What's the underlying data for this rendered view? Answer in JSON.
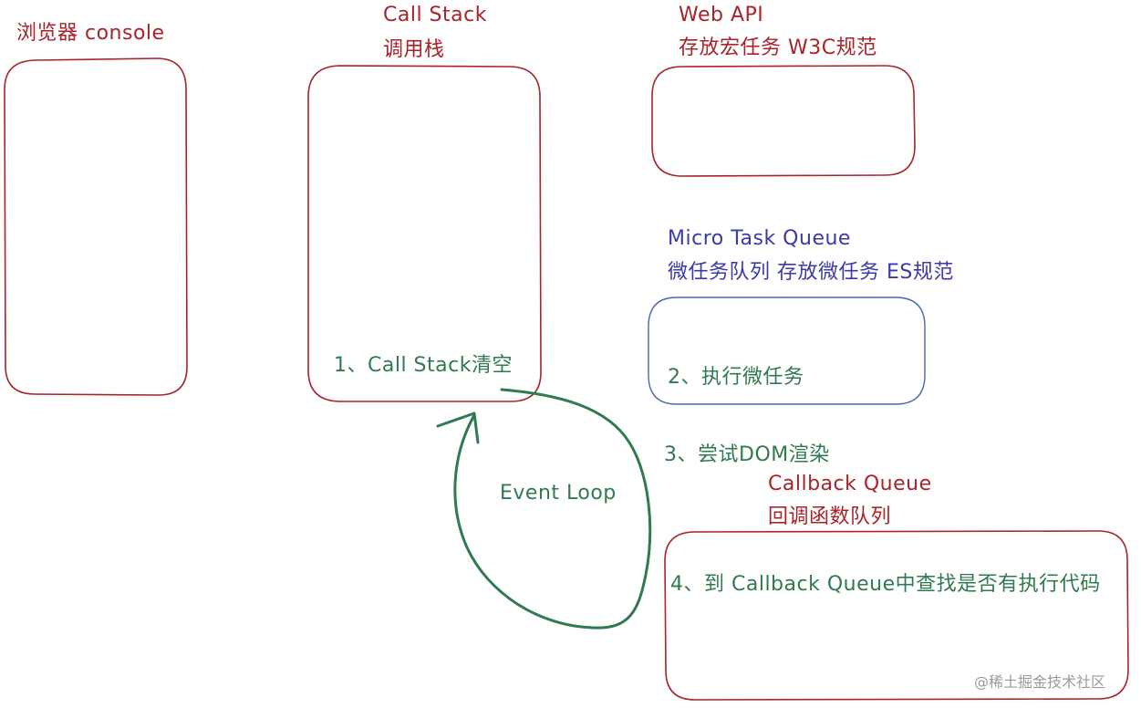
{
  "console": {
    "title": "浏览器 console"
  },
  "call_stack": {
    "title": "Call Stack",
    "subtitle": "调用栈",
    "step": "1、Call Stack清空"
  },
  "web_api": {
    "title": "Web API",
    "subtitle": "存放宏任务 W3C规范"
  },
  "micro_task": {
    "title": "Micro Task Queue",
    "subtitle": "微任务队列  存放微任务   ES规范",
    "step": "2、执行微任务"
  },
  "render_step": "3、尝试DOM渲染",
  "callback_queue": {
    "title": "Callback Queue",
    "subtitle": "回调函数队列",
    "step": "4、到 Callback Queue中查找是否有执行代码"
  },
  "event_loop": {
    "label": "Event Loop"
  },
  "watermark": "@稀土掘金技术社区",
  "colors": {
    "red": "#a8232a",
    "blue": "#3a3aa8",
    "green": "#2f7a4f",
    "blue_box": "#4a6aa8"
  }
}
